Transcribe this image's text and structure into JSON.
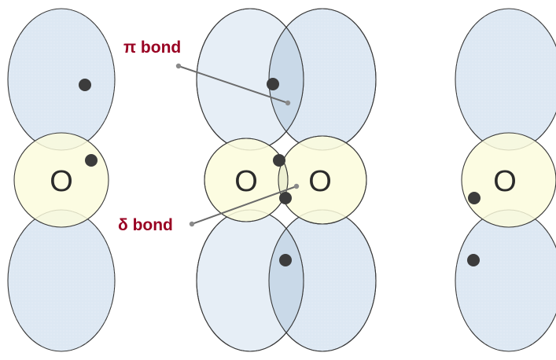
{
  "labels": {
    "atom_left": "O",
    "atom_middle_left": "O",
    "atom_middle_right": "O",
    "atom_right": "O",
    "pi_bond": "π bond",
    "delta_bond": "δ bond"
  },
  "colors": {
    "p_orbital_fill": "#dde8f3",
    "s_orbital_fill": "#fbfbdc",
    "overlap_fill": "#c9d9e8",
    "outline": "#3a3a3a",
    "electron": "#3c3c3c",
    "bond_label": "#990022",
    "leader_line": "#6a6a6a",
    "leader_dot": "#8a8a8a"
  }
}
